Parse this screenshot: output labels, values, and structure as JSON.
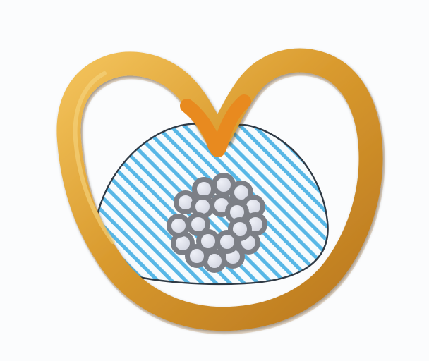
{
  "diagram": {
    "kind": "cross-section illustration",
    "text_labels": [],
    "colors": {
      "background": "#fbfcfd",
      "outer_ring": "#d99a2e",
      "outer_ring_highlight": "#f2c25a",
      "outer_ring_shadow": "#b9771f",
      "inner_tips": "#e88a1f",
      "hatched_fill_lines": "#58b7e6",
      "hatched_fill_background": "#f7fbfd",
      "hatched_region_outline": "#2f3a45",
      "cluster_outline": "#7c7f86",
      "cluster_fill": "#d7d9e4"
    },
    "cluster": {
      "shape": "hexagonal-like bundle",
      "count": 19
    }
  }
}
